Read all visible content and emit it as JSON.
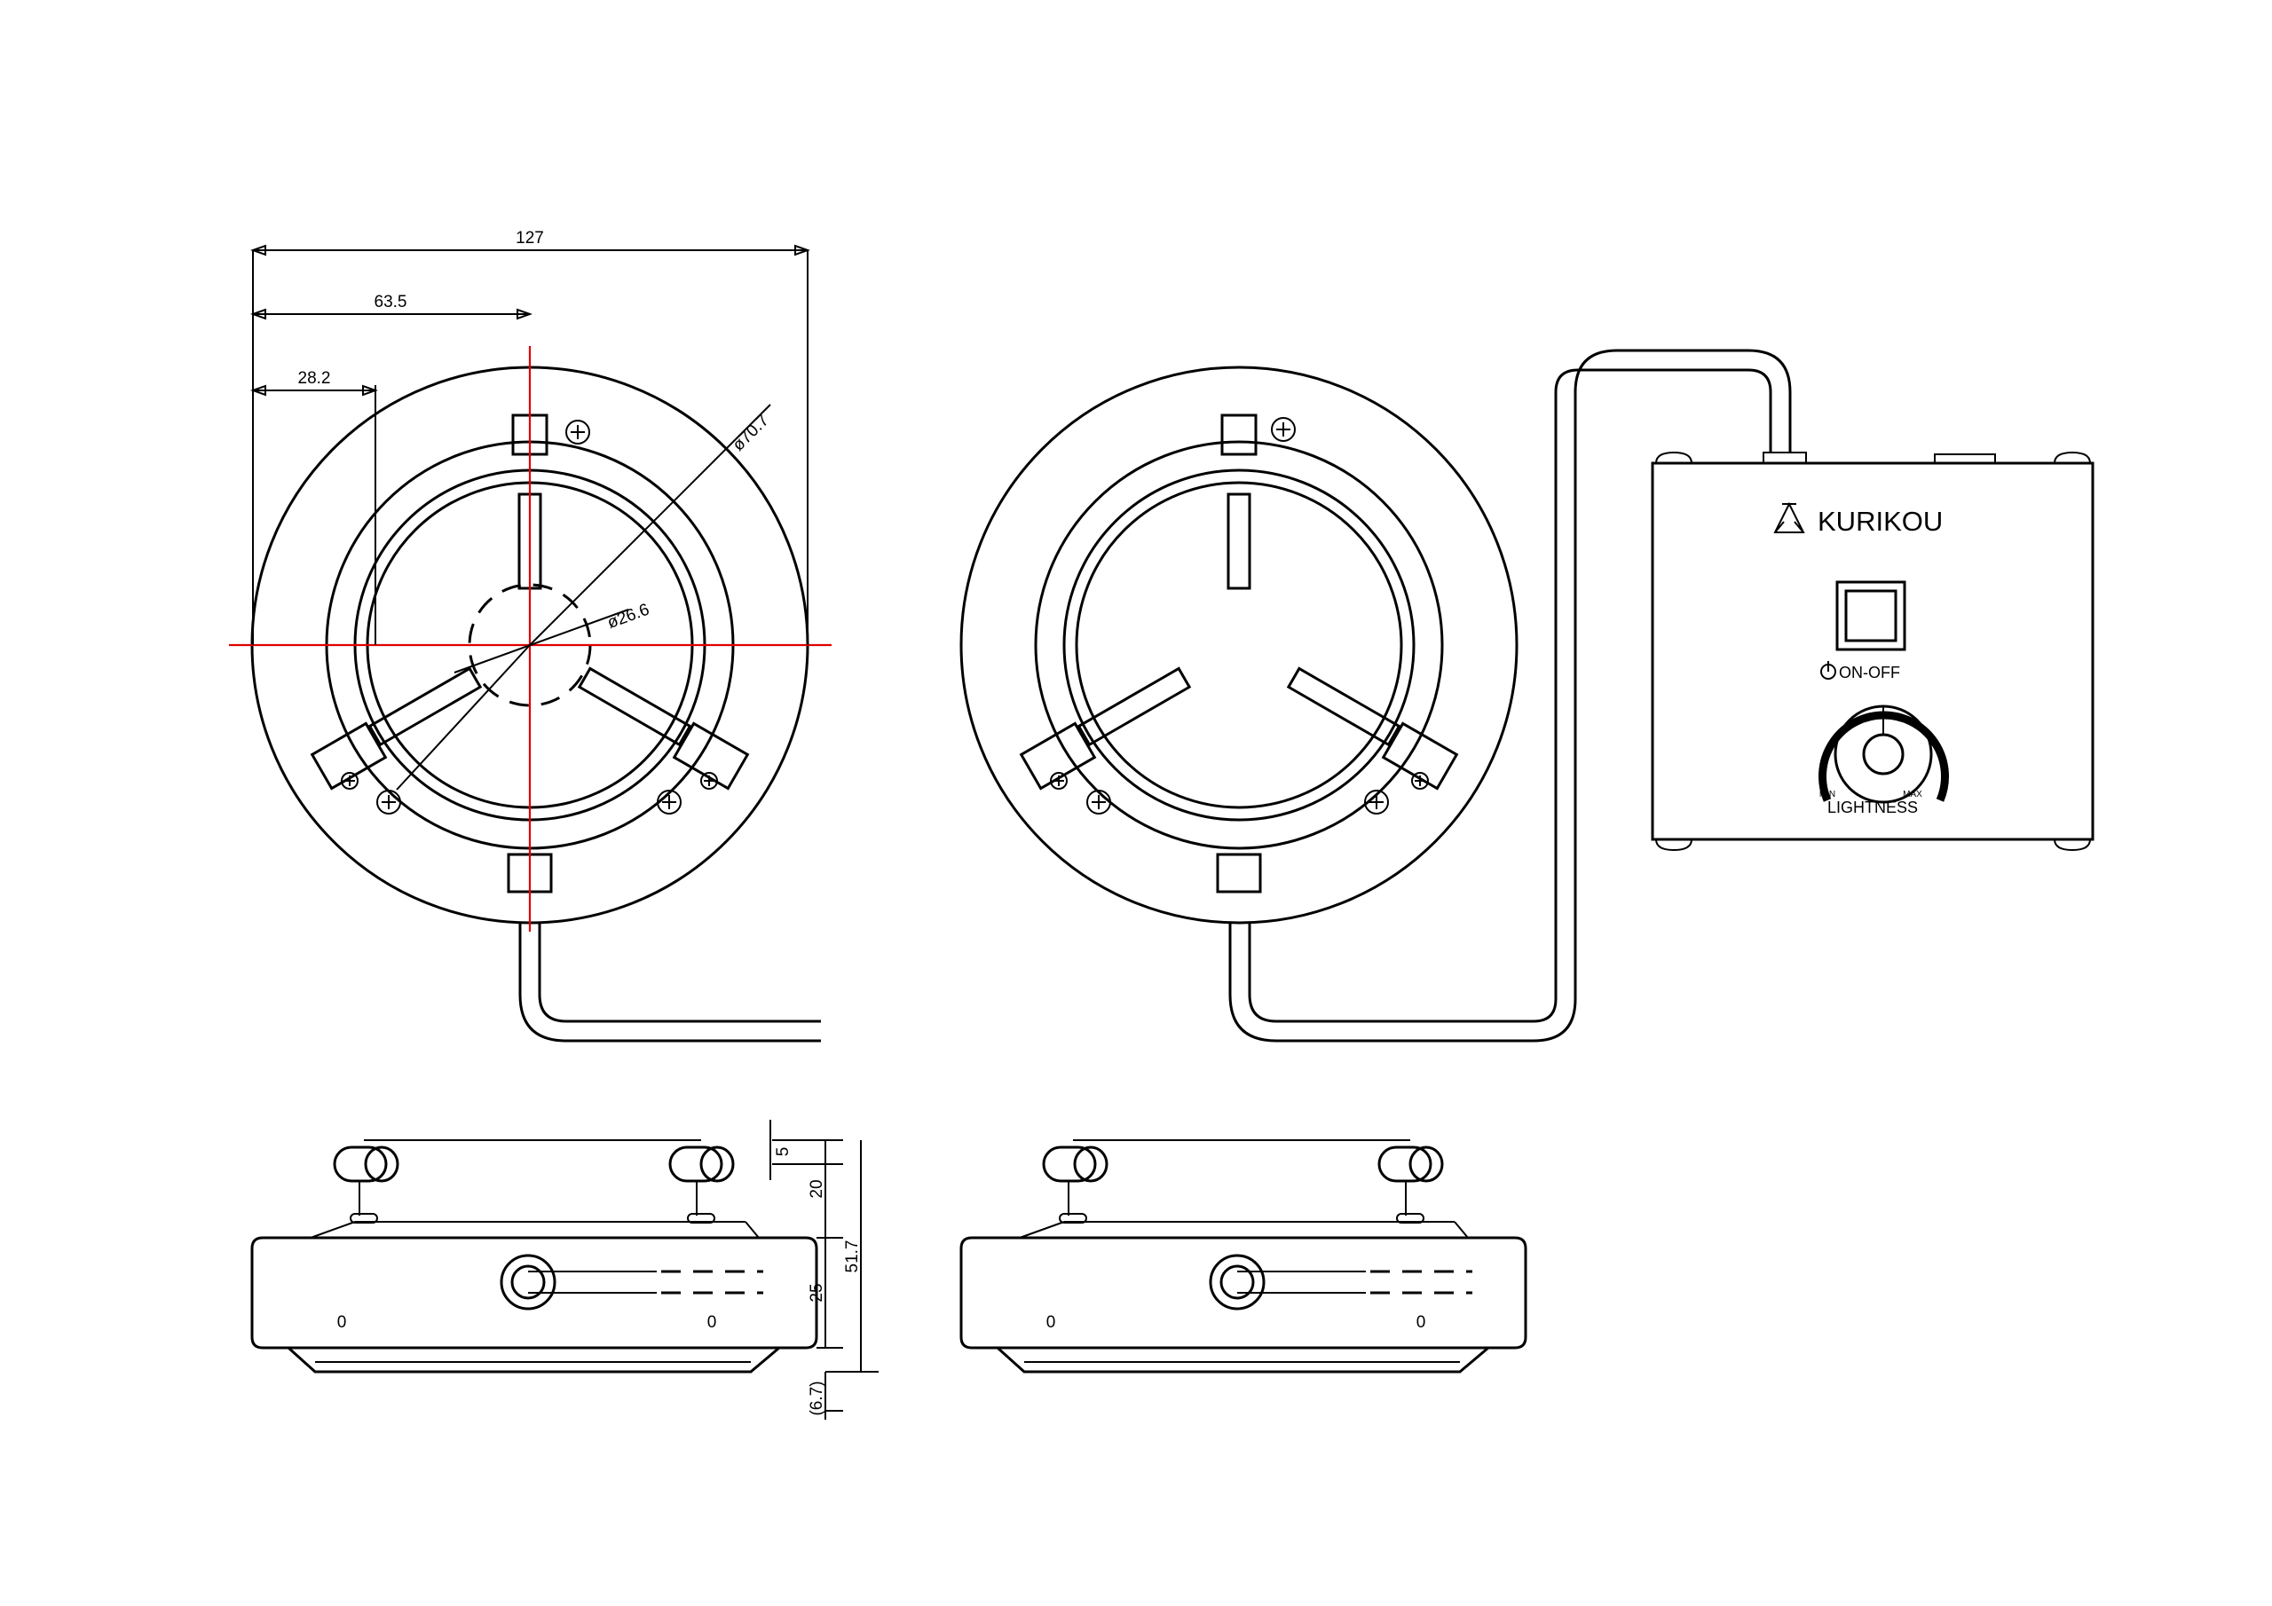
{
  "dimensions": {
    "overall_width": "127",
    "half_width": "63.5",
    "inner_offset": "28.2",
    "outer_diameter": "ø70.7",
    "inner_diameter": "ø26.6",
    "total_height": "51.7",
    "top_height": "20",
    "body_height": "25",
    "small_gap": "5",
    "bottom_ref": "(6.7)"
  },
  "controller": {
    "brand": "KURIKOU",
    "switch_label": "ON-OFF",
    "knob_label": "LIGHTNESS",
    "knob_min": "MIN",
    "knob_max": "MAX"
  },
  "side_markings": [
    "0",
    "0"
  ]
}
